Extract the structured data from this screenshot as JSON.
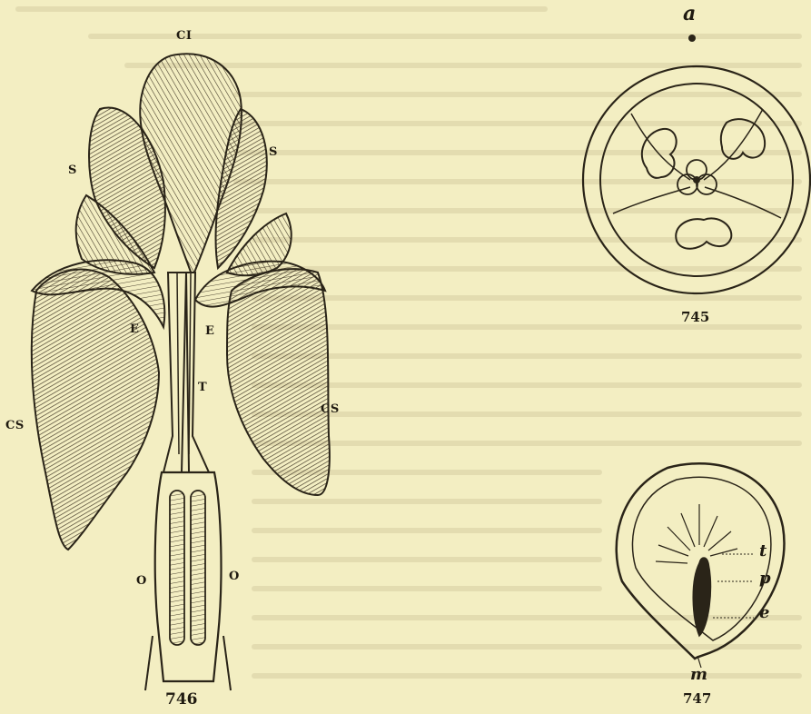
{
  "figures": {
    "fig746": {
      "number": "746",
      "labels": {
        "ci": "CI",
        "s_left": "S",
        "s_right": "S",
        "e_left": "E",
        "e_right": "E",
        "t": "T",
        "cs_left": "CS",
        "cs_right": "CS",
        "o_left": "O",
        "o_right": "O"
      }
    },
    "fig745": {
      "number": "745",
      "labels": {
        "a": "a"
      }
    },
    "fig747": {
      "number": "747",
      "labels": {
        "t": "t",
        "p": "p",
        "e": "e",
        "m": "m"
      }
    }
  },
  "colors": {
    "paper": "#f3eec2",
    "ink": "#2a2418",
    "faded_text": "#d8d0a6"
  }
}
